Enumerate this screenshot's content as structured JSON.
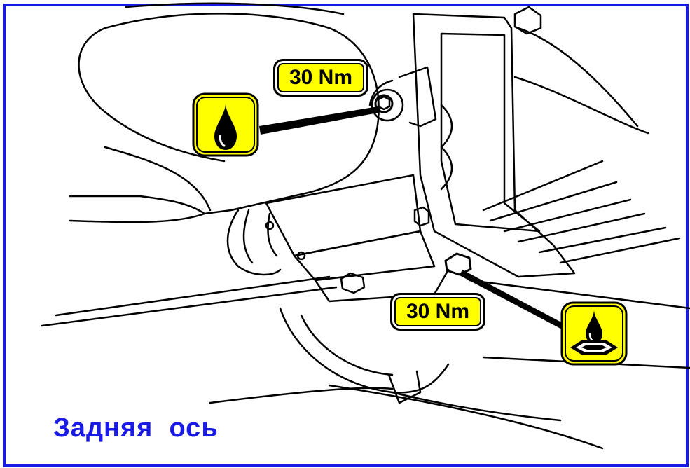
{
  "labels": {
    "torque_top": "30 Nm",
    "torque_bottom": "30 Nm"
  },
  "caption": "Задняя  ось",
  "icons": {
    "oil_fill": "oil-drop-icon",
    "oil_drain": "oil-drop-tray-icon"
  },
  "colors": {
    "frame": "#1a1ae6",
    "label_fill": "#ffff00",
    "caption": "#1a1ae6"
  }
}
